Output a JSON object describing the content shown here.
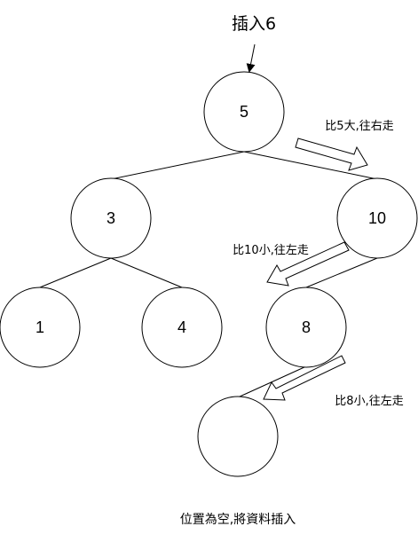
{
  "title": "插入6",
  "nodes": {
    "n5": "5",
    "n3": "3",
    "n10": "10",
    "n1": "1",
    "n4": "4",
    "n8": "8",
    "empty": ""
  },
  "notes": {
    "step1": "比5大,往右走",
    "step2": "比10小,往左走",
    "step3": "比8小,往左走"
  },
  "caption": "位置為空,將資料插入"
}
